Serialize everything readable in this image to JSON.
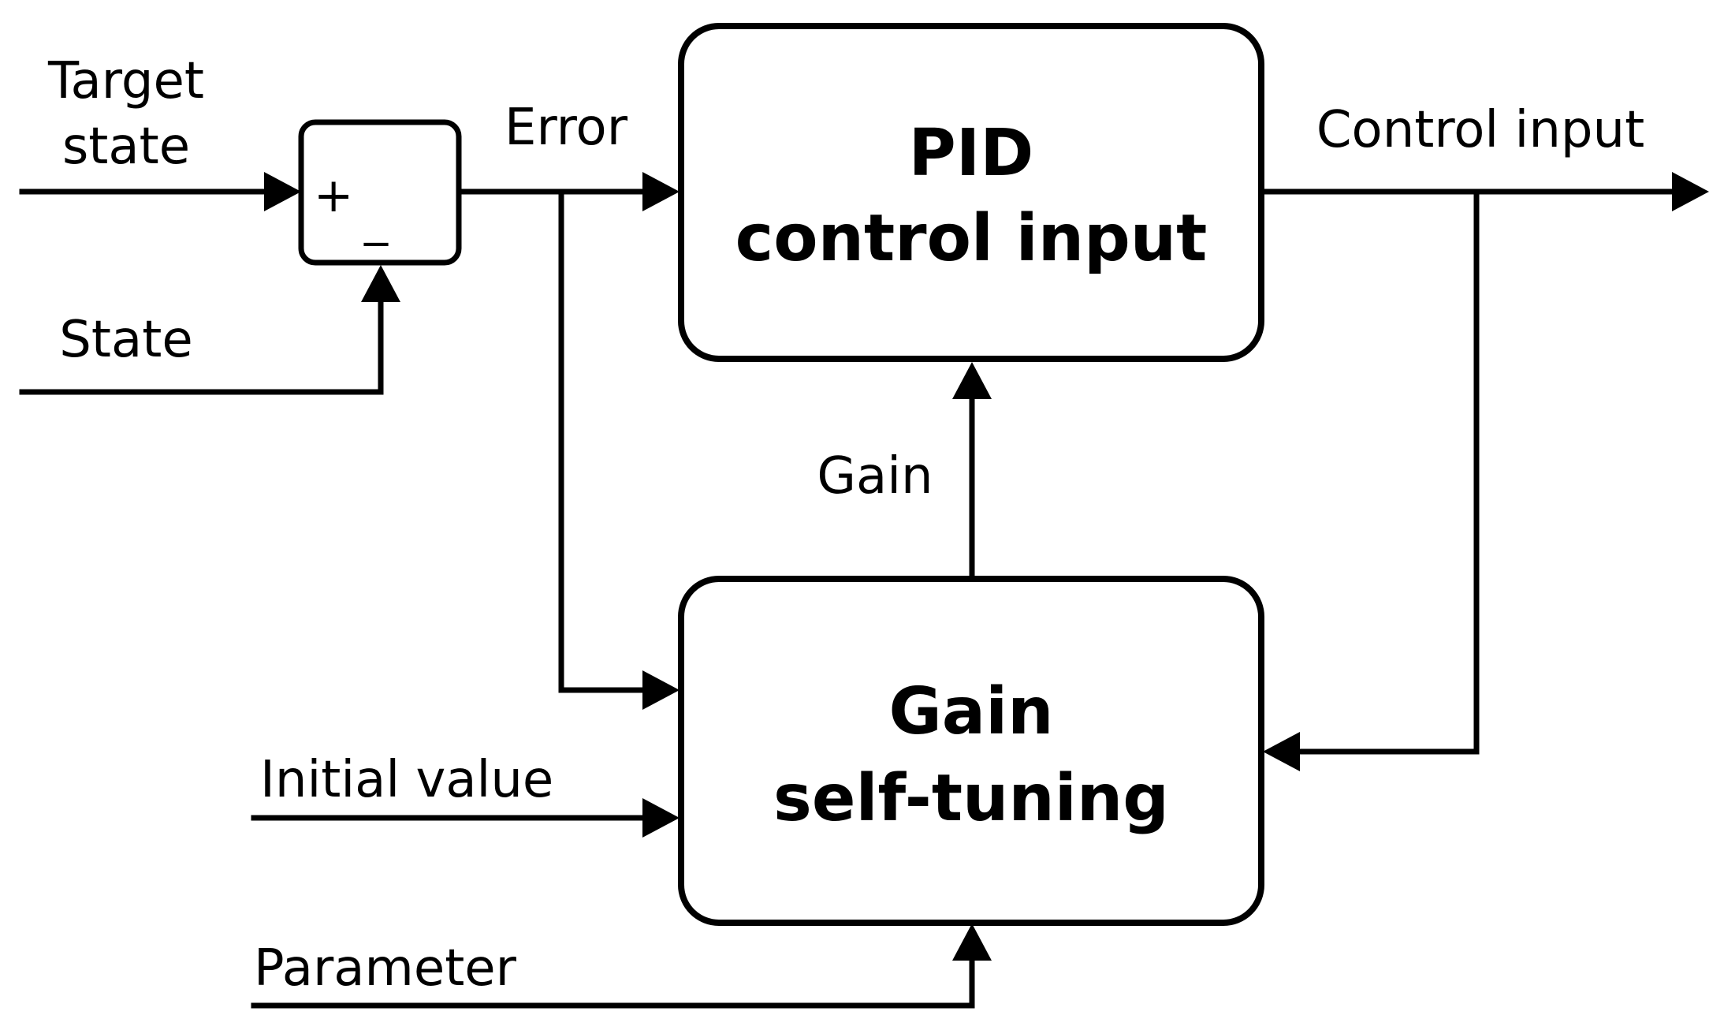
{
  "inputs": {
    "target_state_line1": "Target",
    "target_state_line2": "state",
    "state": "State",
    "initial_value": "Initial value",
    "parameter": "Parameter"
  },
  "summing_junction": {
    "plus": "+",
    "minus": "_"
  },
  "signals": {
    "error": "Error",
    "control_input": "Control input",
    "gain": "Gain"
  },
  "blocks": {
    "pid": {
      "line1": "PID",
      "line2": "control input"
    },
    "gain_tuning": {
      "line1": "Gain",
      "line2": "self-tuning"
    }
  }
}
